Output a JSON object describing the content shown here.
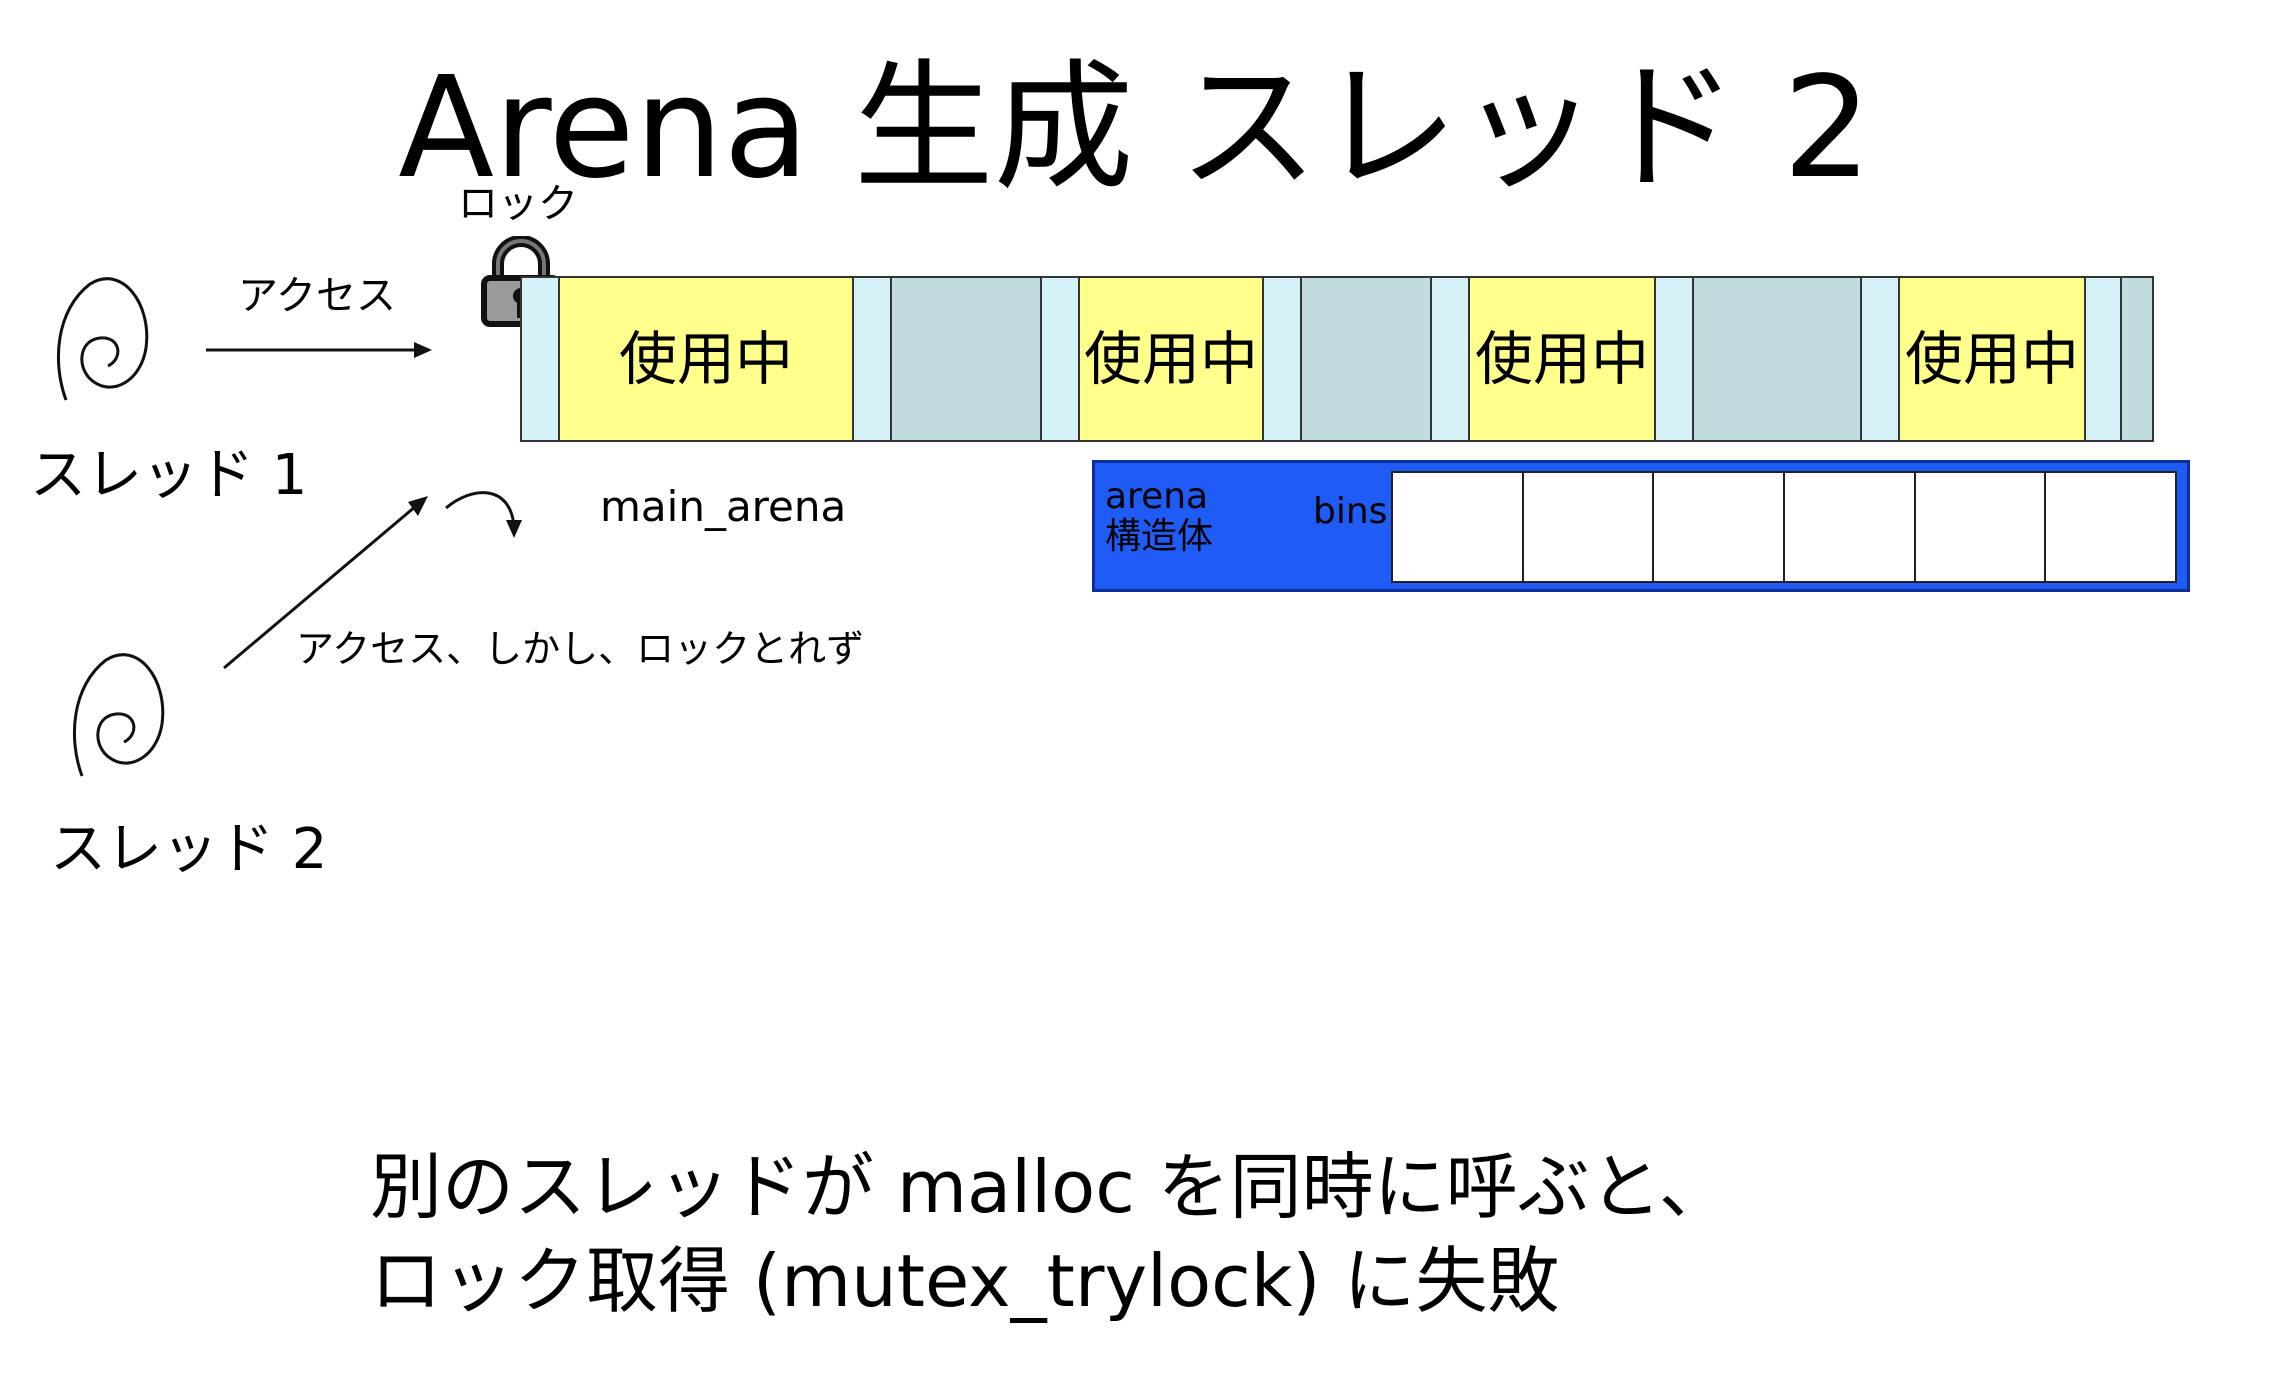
{
  "title": "Arena 生成 スレッド 2",
  "lock_label": "ロック",
  "access_label": "アクセス",
  "access_fail_label": "アクセス、しかし、ロックとれず",
  "thread1_label": "スレッド 1",
  "thread2_label": "スレッド 2",
  "main_arena_label": "main_arena",
  "used_label": "使用中",
  "struct": {
    "label_line1": "arena",
    "label_line2": "構造体",
    "bins_label": "bins",
    "bin_count": 6
  },
  "bottom_text": {
    "line1": "別のスレッドが malloc を同時に呼ぶと、",
    "line2": "ロック取得 (mutex_trylock) に失敗"
  },
  "colors": {
    "used": "#ffff8c",
    "free": "#c1dcdf",
    "header": "#d4f2f7",
    "struct_bg": "#1f5cf5"
  },
  "icons": [
    "lock-icon",
    "thread-swirl-icon"
  ]
}
